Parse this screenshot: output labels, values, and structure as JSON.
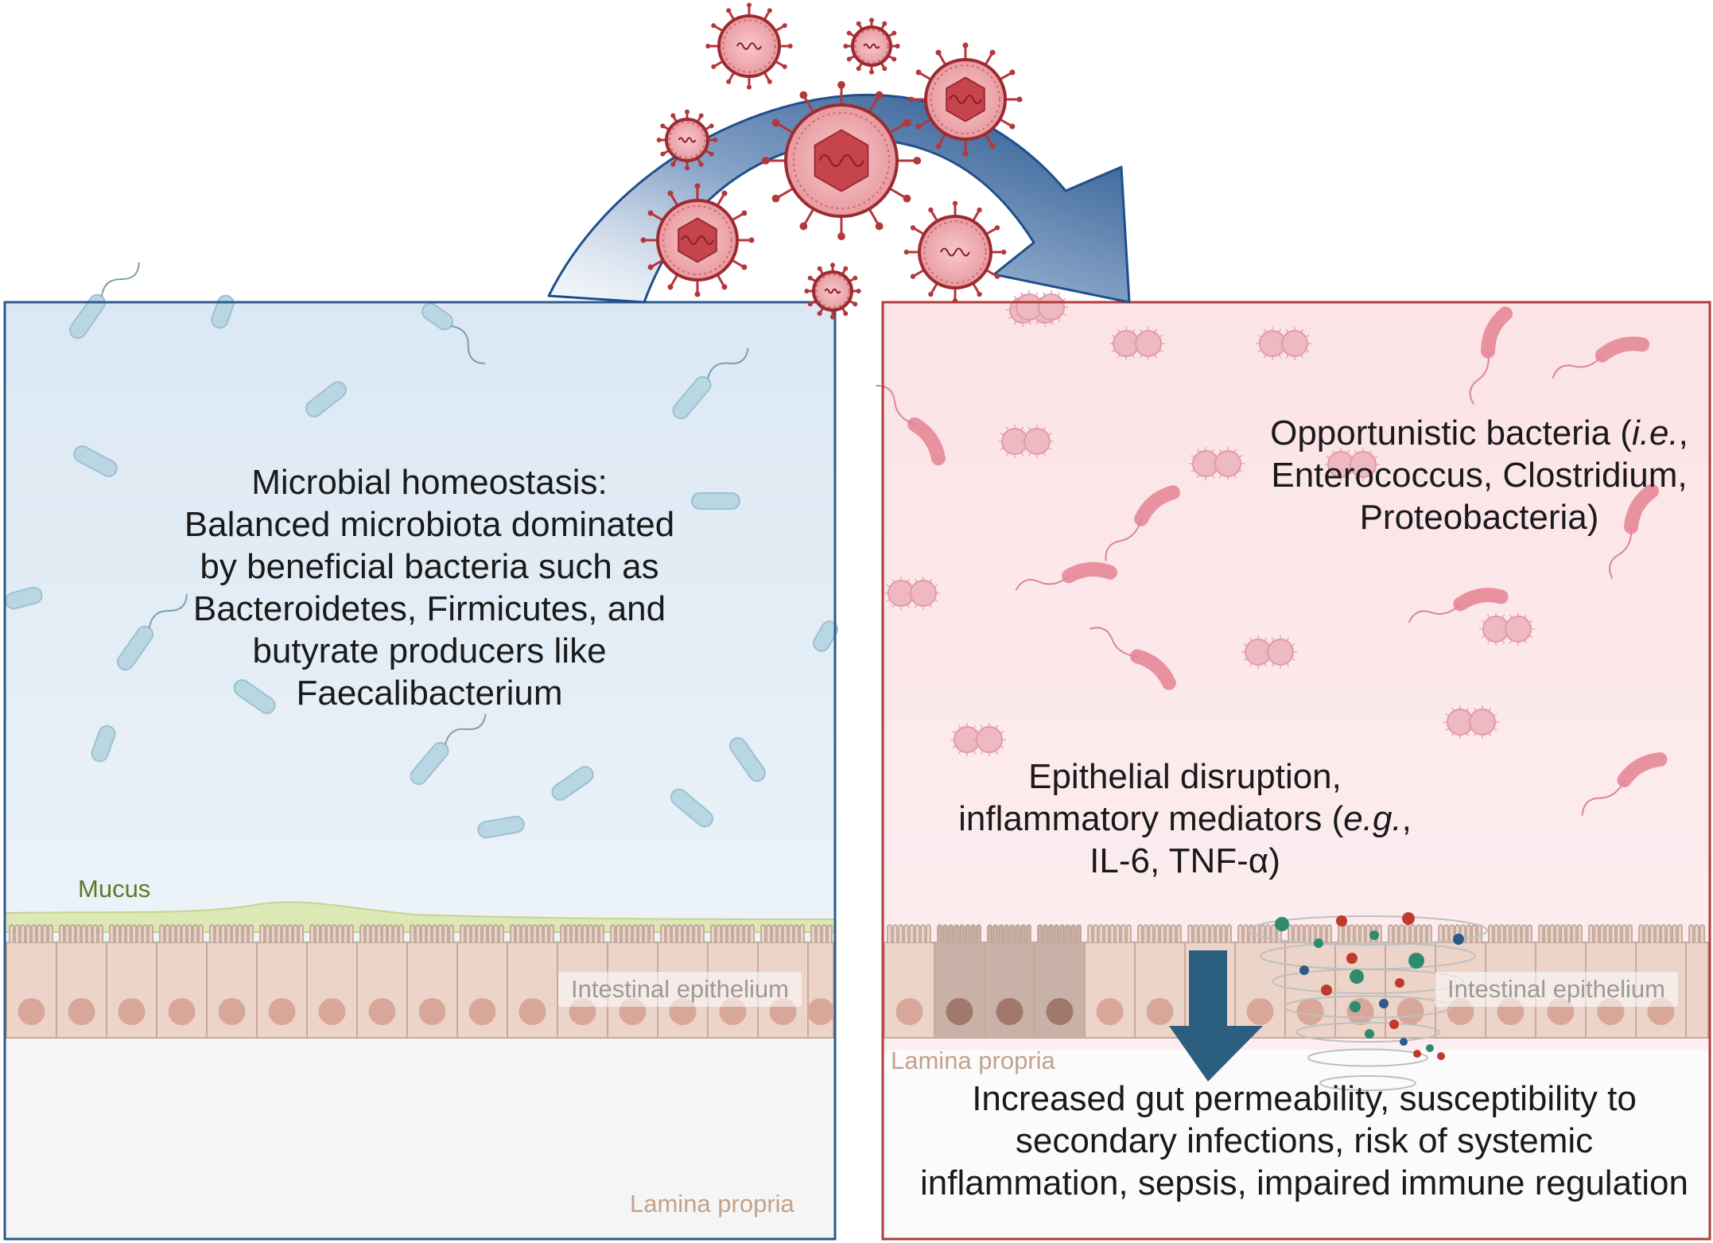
{
  "left_panel": {
    "homeostasis_lines": [
      "Microbial homeostasis:",
      "Balanced microbiota dominated",
      "by beneficial bacteria such as",
      "Bacteroidetes, Firmicutes, and",
      "butyrate producers like",
      "Faecalibacterium"
    ],
    "mucus_label": "Mucus",
    "epithelium_label": "Intestinal epithelium",
    "lamina_label": "Lamina propria"
  },
  "right_panel": {
    "opportunistic_line1_pre": "Opportunistic bacteria (",
    "opportunistic_line1_ital": "i.e.",
    "opportunistic_line1_post": ",",
    "opportunistic_line2": "Enterococcus, Clostridium,",
    "opportunistic_line3": "Proteobacteria)",
    "disruption_line1": "Epithelial disruption,",
    "disruption_line2_pre": "inflammatory mediators (",
    "disruption_line2_ital": "e.g.",
    "disruption_line2_post": ",",
    "disruption_line3": "IL-6, TNF-α)",
    "epithelium_label": "Intestinal epithelium",
    "lamina_label": "Lamina propria",
    "consequence_lines": [
      "Increased gut permeability, susceptibility to",
      "secondary infections, risk of systemic",
      "inflammation, sepsis, impaired immune regulation"
    ]
  },
  "colors": {
    "left_border": "#2c5a8c",
    "right_border": "#b23b3b",
    "arrow": "#24558f",
    "virus": "#b5363b",
    "beneficial_bacteria": "#b9d6e3",
    "opportunistic_bacteria": "#efb9c2",
    "mucus": "#dde8b5",
    "mucus_label": "#5a7a2a",
    "epithelium": "#ecd4c9",
    "lamina_label": "#c4a18a"
  }
}
